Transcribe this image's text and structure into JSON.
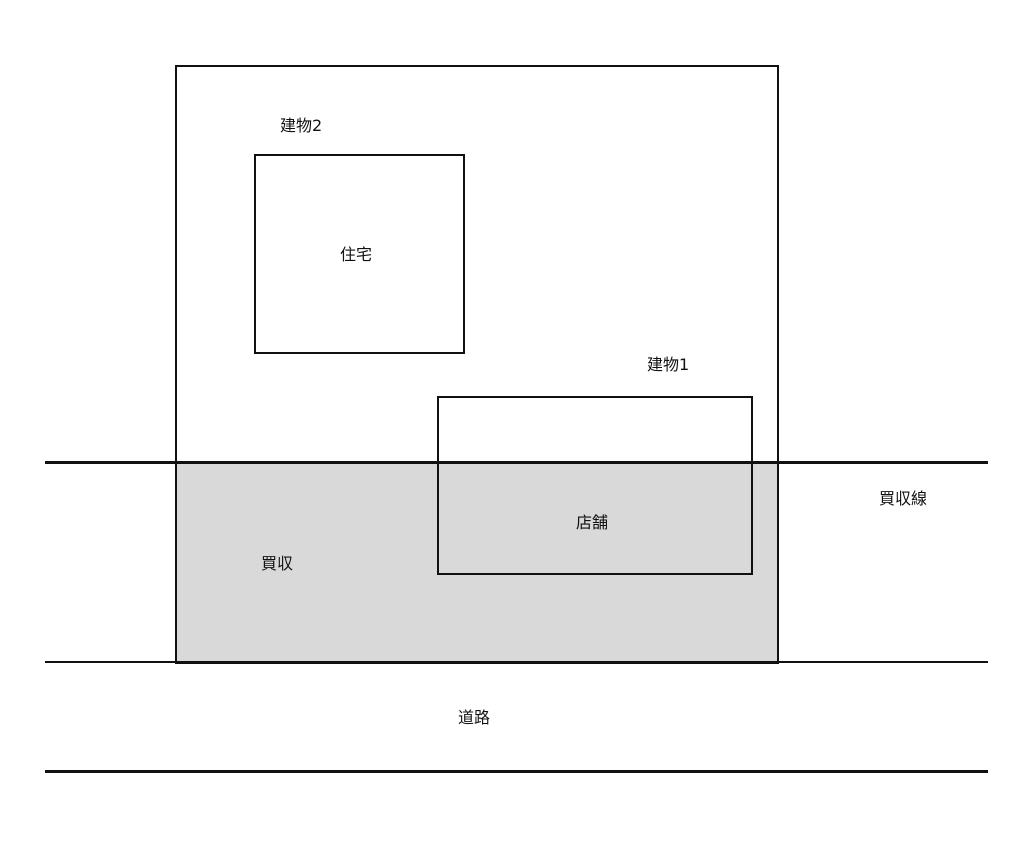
{
  "diagram": {
    "type": "site-plan",
    "colors": {
      "line": "#111111",
      "acquisition_fill": "#d9d9d9",
      "background": "#ffffff"
    },
    "labels": {
      "building2": "建物2",
      "residence": "住宅",
      "building1": "建物1",
      "shop": "店舗",
      "acquisition": "買収",
      "acquisition_line": "買収線",
      "road": "道路"
    }
  }
}
